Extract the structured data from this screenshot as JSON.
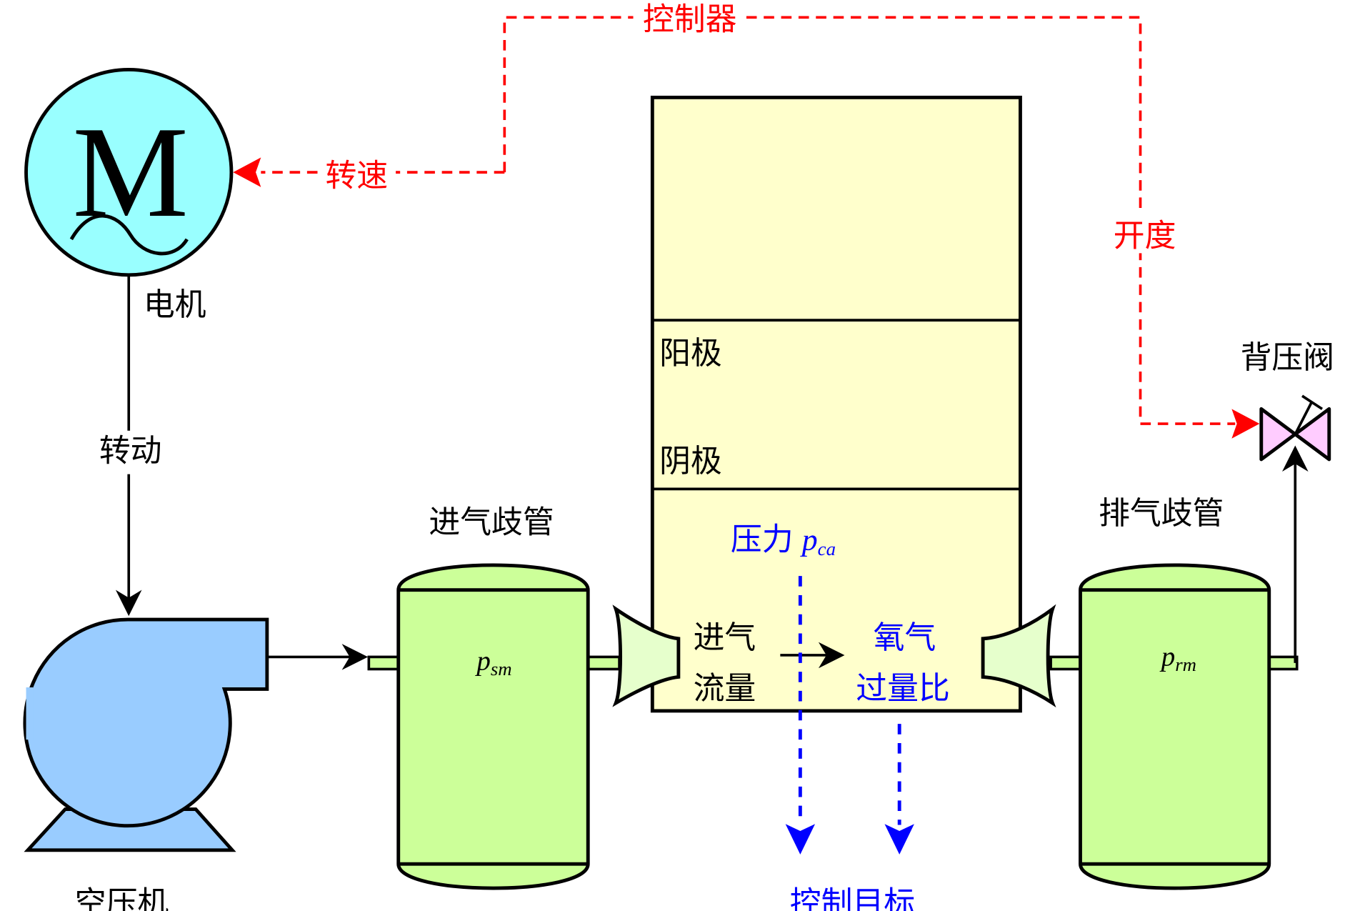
{
  "colors": {
    "control": "#ff0000",
    "target": "#0000ff",
    "motor_fill": "#99ffff",
    "compressor_fill": "#99ccff",
    "manifold_fill": "#ccff99",
    "stack_fill": "#ffffcc",
    "valve_fill": "#ffccff",
    "nozzle_fill": "#e6ffcc"
  },
  "controller": {
    "label": "控制器",
    "speed_label": "转速",
    "opening_label": "开度"
  },
  "motor": {
    "symbol": "M",
    "label": "电机",
    "drive_label": "转动"
  },
  "compressor": {
    "label": "空压机"
  },
  "supply_manifold": {
    "label": "进气歧管",
    "var_main": "p",
    "var_sub": "sm"
  },
  "return_manifold": {
    "label": "排气歧管",
    "var_main": "p",
    "var_sub": "rm"
  },
  "valve": {
    "label": "背压阀"
  },
  "stack": {
    "anode_label": "阳极",
    "cathode_label": "阴极",
    "pressure_label": "压力",
    "pressure_var_main": "p",
    "pressure_var_sub": "ca",
    "inflow_line1": "进气",
    "inflow_line2": "流量",
    "oxygen_line1": "氧气",
    "oxygen_line2": "过量比"
  },
  "targets": {
    "label": "控制目标"
  }
}
